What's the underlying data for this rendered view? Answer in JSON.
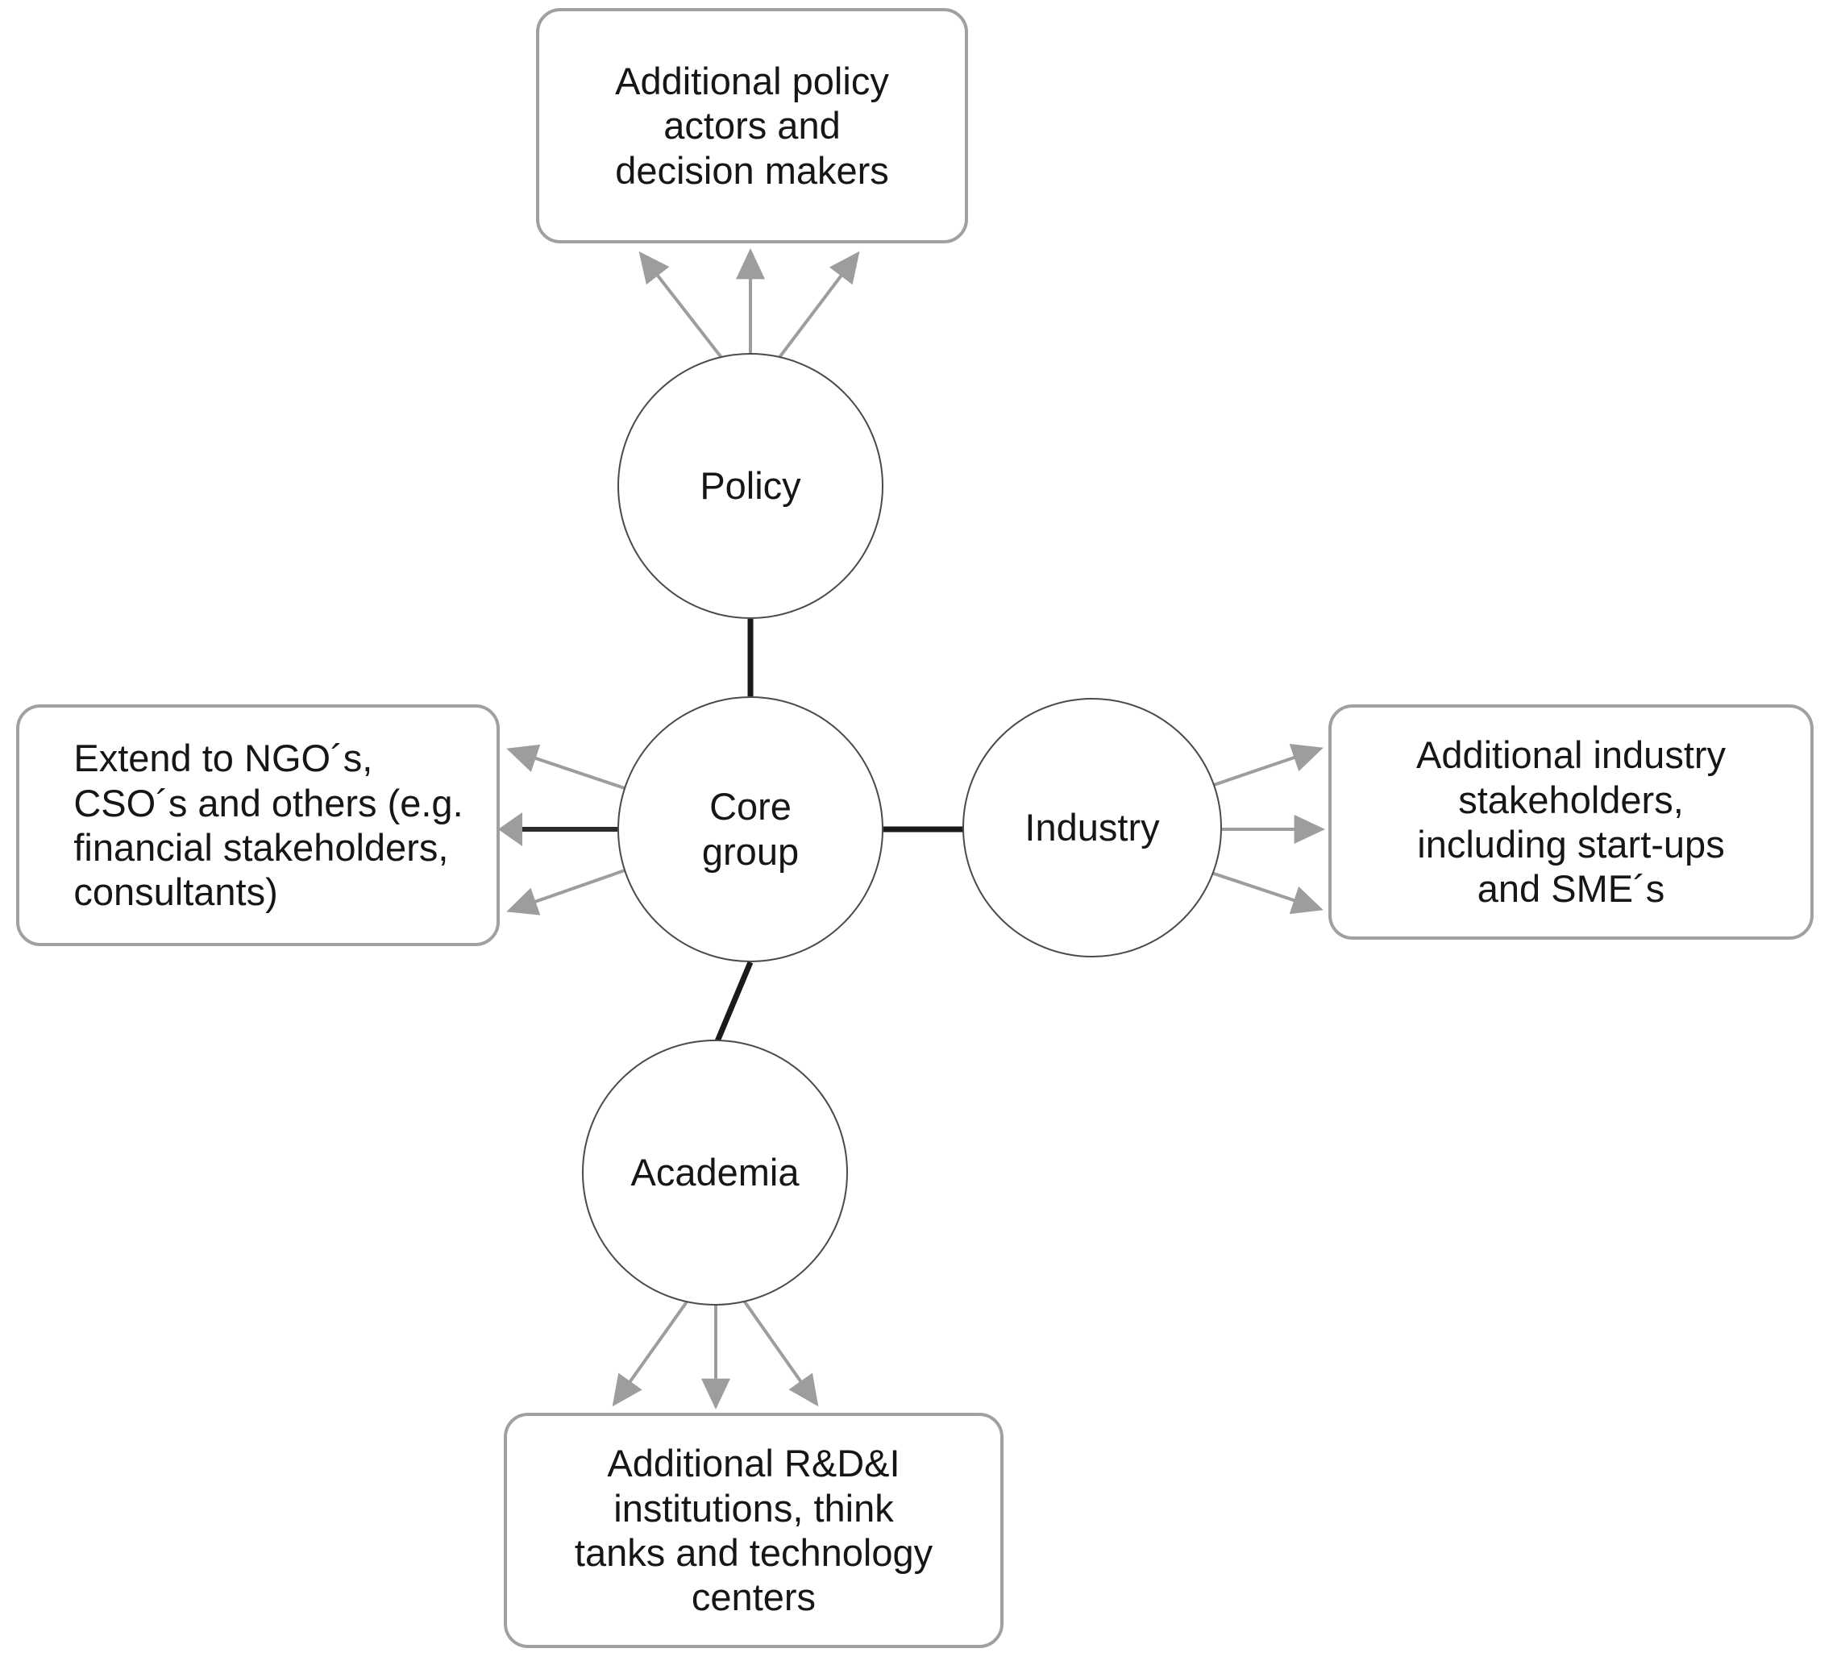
{
  "diagram": {
    "title_visible": false,
    "colors": {
      "box_border": "#a0a0a0",
      "circle_border": "#4a4a4a",
      "arrow_gray": "#9d9d9d",
      "link_dark": "#1a1a1a",
      "text": "#161616",
      "background": "#ffffff"
    },
    "nodes": {
      "core": {
        "label": "Core\ngroup",
        "shape": "circle"
      },
      "policy": {
        "label": "Policy",
        "shape": "circle"
      },
      "industry": {
        "label": "Industry",
        "shape": "circle"
      },
      "academia": {
        "label": "Academia",
        "shape": "circle"
      },
      "policy_extension": {
        "label": "Additional policy\nactors and\ndecision makers",
        "shape": "rounded-rectangle",
        "align": "center"
      },
      "industry_extension": {
        "label": "Additional industry\nstakeholders,\nincluding start-ups\nand SME´s",
        "shape": "rounded-rectangle",
        "align": "center"
      },
      "academia_extension": {
        "label": "Additional R&D&I\ninstitutions, think\ntanks and technology\ncenters",
        "shape": "rounded-rectangle",
        "align": "center"
      },
      "other_extension": {
        "label": "Extend to NGO´s,\nCSO´s and others (e.g.\nfinancial stakeholders,\nconsultants)",
        "shape": "rounded-rectangle",
        "align": "left"
      }
    },
    "links": [
      {
        "from": "core",
        "to": "policy",
        "style": "solid-thick-dark",
        "arrow": false
      },
      {
        "from": "core",
        "to": "industry",
        "style": "solid-thick-dark",
        "arrow": false
      },
      {
        "from": "core",
        "to": "academia",
        "style": "solid-thick-dark",
        "arrow": false
      },
      {
        "from": "policy",
        "to": "policy_extension",
        "style": "thin-gray",
        "arrow": true,
        "count": 3
      },
      {
        "from": "industry",
        "to": "industry_extension",
        "style": "thin-gray",
        "arrow": true,
        "count": 3
      },
      {
        "from": "academia",
        "to": "academia_extension",
        "style": "thin-gray",
        "arrow": true,
        "count": 3
      },
      {
        "from": "core",
        "to": "other_extension",
        "style": "thin-gray-plus-dark-center",
        "arrow": true,
        "count": 3
      }
    ]
  }
}
